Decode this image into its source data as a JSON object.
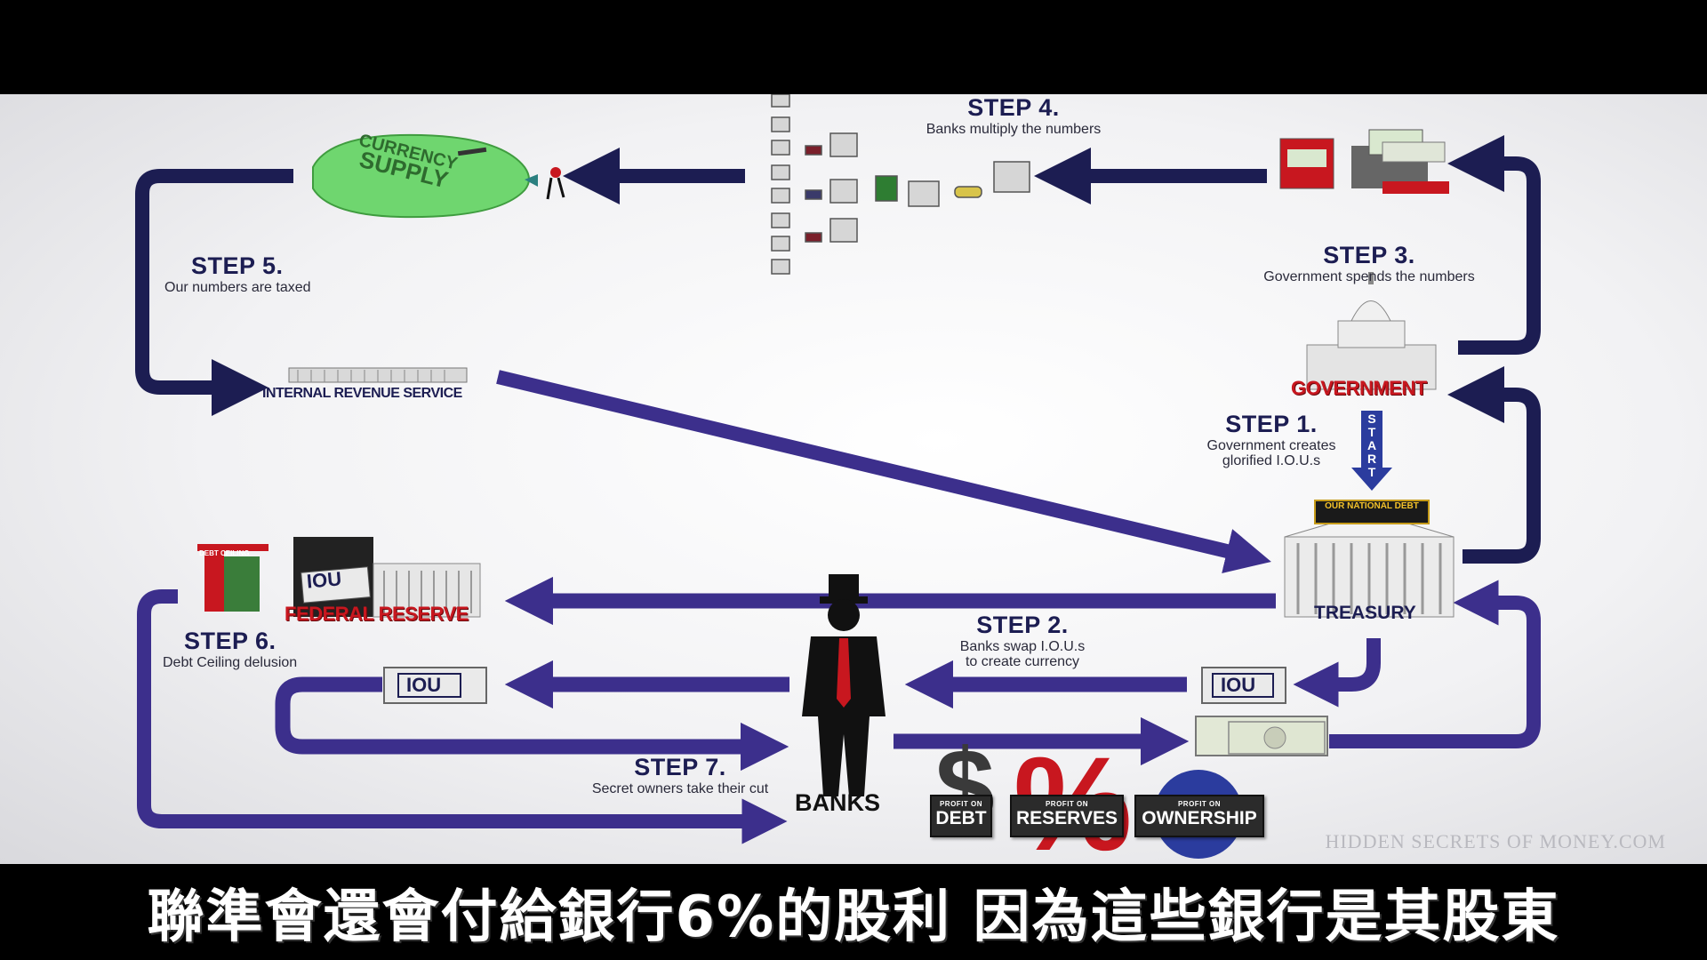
{
  "steps": {
    "s1": {
      "title": "STEP 1.",
      "line1": "Government creates",
      "line2": "glorified I.O.U.s"
    },
    "s2": {
      "title": "STEP 2.",
      "line1": "Banks swap I.O.U.s",
      "line2": "to create currency"
    },
    "s3": {
      "title": "STEP 3.",
      "line1": "Government spends the numbers"
    },
    "s4": {
      "title": "STEP 4.",
      "line1": "Banks multiply the numbers"
    },
    "s5": {
      "title": "STEP 5.",
      "line1": "Our numbers are taxed"
    },
    "s6": {
      "title": "STEP 6.",
      "line1": "Debt Ceiling delusion"
    },
    "s7": {
      "title": "STEP 7.",
      "line1": "Secret owners take their cut"
    }
  },
  "labels": {
    "currency_supply_1": "CURRENCY",
    "currency_supply_2": "SUPPLY",
    "irs": "INTERNAL REVENUE SERVICE",
    "government": "GOVERNMENT",
    "treasury": "TREASURY",
    "federal_reserve": "FEDERAL RESERVE",
    "banks": "BANKS",
    "start": [
      "S",
      "T",
      "A",
      "R",
      "T"
    ],
    "national_debt": "OUR NATIONAL DEBT",
    "debt_ceiling": "DEBT CEILING",
    "iou": "IOU"
  },
  "profits": [
    {
      "small": "PROFIT ON",
      "big": "DEBT"
    },
    {
      "small": "PROFIT ON",
      "big": "RESERVES"
    },
    {
      "small": "PROFIT ON",
      "big": "OWNERSHIP"
    }
  ],
  "watermark": "HIDDEN SECRETS OF MONEY.COM",
  "subtitle": "聯準會還會付給銀行6%的股利 因為這些銀行是其股東",
  "colors": {
    "navy": "#1c1d52",
    "purple": "#3c2f8c",
    "red": "#c8171f",
    "green": "#6fd66f"
  }
}
